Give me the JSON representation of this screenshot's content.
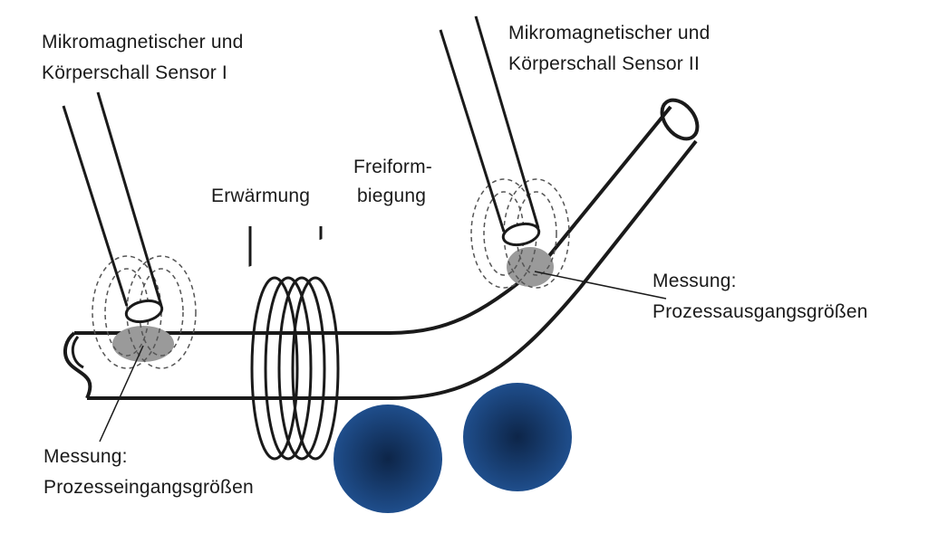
{
  "labels": {
    "sensor1_line1": "Mikromagnetischer und",
    "sensor1_line2": "Körperschall Sensor I",
    "sensor2_line1": "Mikromagnetischer und",
    "sensor2_line2": "Körperschall Sensor II",
    "heating": "Erwärmung",
    "bending_line1": "Freiform-",
    "bending_line2": "biegung",
    "output_line1": "Messung:",
    "output_line2": "Prozessausgangsgrößen",
    "input_line1": "Messung:",
    "input_line2": "Prozesseingangsgrößen"
  },
  "colors": {
    "roller": "#1f4e8c",
    "roller_center": "#0d2548",
    "stroke": "#1a1a1a",
    "measurement_spot": "#9a9a9a",
    "field_lines": "#555555",
    "background": "#ffffff"
  }
}
